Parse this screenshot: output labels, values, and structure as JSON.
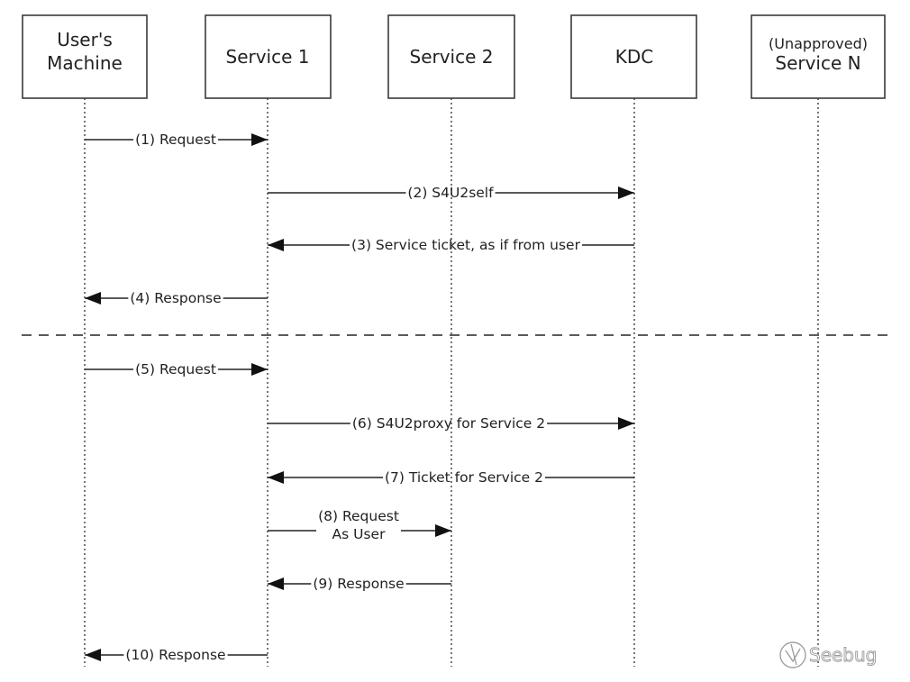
{
  "participants": [
    {
      "id": "users-machine",
      "label_lines": [
        "User's",
        "Machine"
      ]
    },
    {
      "id": "service-1",
      "label_lines": [
        "Service 1"
      ]
    },
    {
      "id": "service-2",
      "label_lines": [
        "Service 2"
      ]
    },
    {
      "id": "kdc",
      "label_lines": [
        "KDC"
      ]
    },
    {
      "id": "service-n",
      "label_lines": [
        "(Unapproved)",
        "Service N"
      ]
    }
  ],
  "messages": [
    {
      "step": 1,
      "from": "users-machine",
      "to": "service-1",
      "label_lines": [
        "(1) Request"
      ]
    },
    {
      "step": 2,
      "from": "service-1",
      "to": "kdc",
      "label_lines": [
        "(2) S4U2self"
      ]
    },
    {
      "step": 3,
      "from": "kdc",
      "to": "service-1",
      "label_lines": [
        "(3) Service ticket, as if from user"
      ]
    },
    {
      "step": 4,
      "from": "service-1",
      "to": "users-machine",
      "label_lines": [
        "(4) Response"
      ]
    },
    {
      "step": 5,
      "from": "users-machine",
      "to": "service-1",
      "label_lines": [
        "(5) Request"
      ]
    },
    {
      "step": 6,
      "from": "service-1",
      "to": "kdc",
      "label_lines": [
        "(6) S4U2proxy for Service 2"
      ]
    },
    {
      "step": 7,
      "from": "kdc",
      "to": "service-1",
      "label_lines": [
        "(7) Ticket for Service 2"
      ]
    },
    {
      "step": 8,
      "from": "service-1",
      "to": "service-2",
      "label_lines": [
        "(8) Request",
        "As User"
      ]
    },
    {
      "step": 9,
      "from": "service-2",
      "to": "service-1",
      "label_lines": [
        "(9) Response"
      ]
    },
    {
      "step": 10,
      "from": "service-1",
      "to": "users-machine",
      "label_lines": [
        "(10) Response"
      ]
    }
  ],
  "separator_after_step": 4,
  "watermark": {
    "text": "Seebug",
    "icon": "seebug-logo-icon"
  }
}
